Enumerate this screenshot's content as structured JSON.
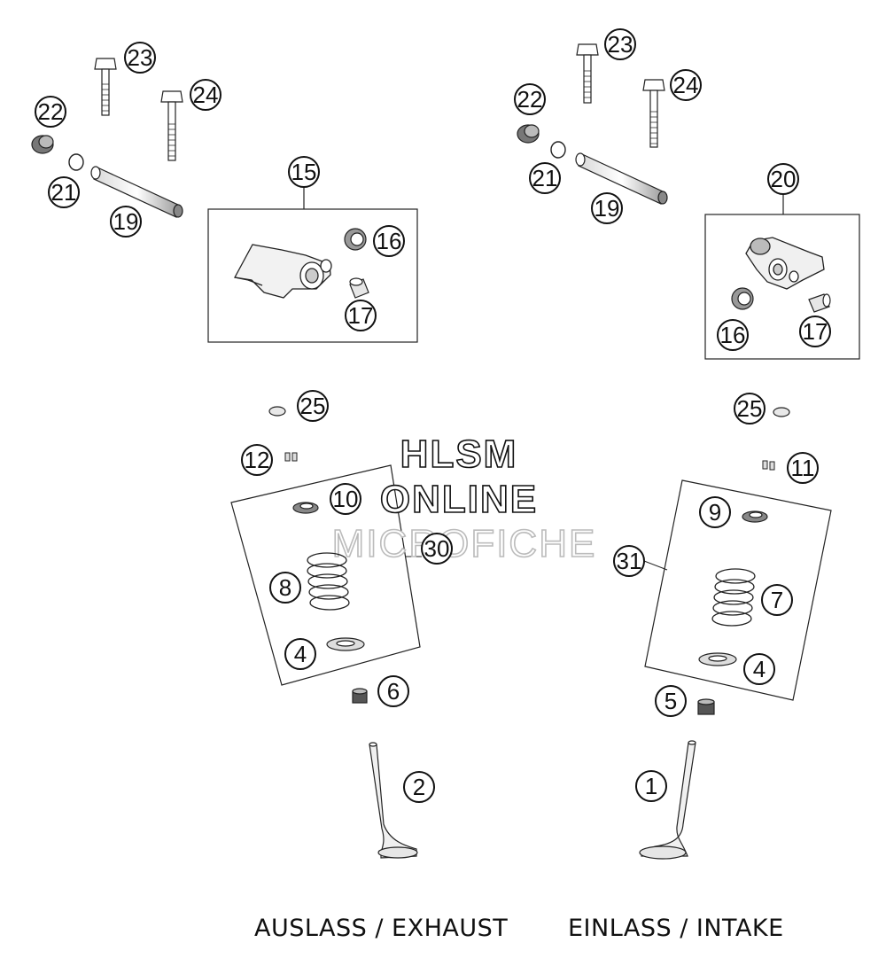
{
  "watermark": {
    "line1": "HLSM",
    "line2": "ONLINE",
    "line3": "MICROFICHE"
  },
  "captions": {
    "exhaust": "AUSLASS / EXHAUST",
    "intake": "EINLASS / INTAKE"
  },
  "callouts": {
    "c1": "1",
    "c2": "2",
    "c4a": "4",
    "c4b": "4",
    "c5": "5",
    "c6": "6",
    "c7": "7",
    "c8": "8",
    "c9": "9",
    "c10": "10",
    "c11": "11",
    "c12": "12",
    "c15": "15",
    "c16a": "16",
    "c16b": "16",
    "c17a": "17",
    "c17b": "17",
    "c19a": "19",
    "c19b": "19",
    "c20": "20",
    "c21a": "21",
    "c21b": "21",
    "c22a": "22",
    "c22b": "22",
    "c23a": "23",
    "c23b": "23",
    "c24a": "24",
    "c24b": "24",
    "c25a": "25",
    "c25b": "25",
    "c30": "30",
    "c31": "31"
  }
}
